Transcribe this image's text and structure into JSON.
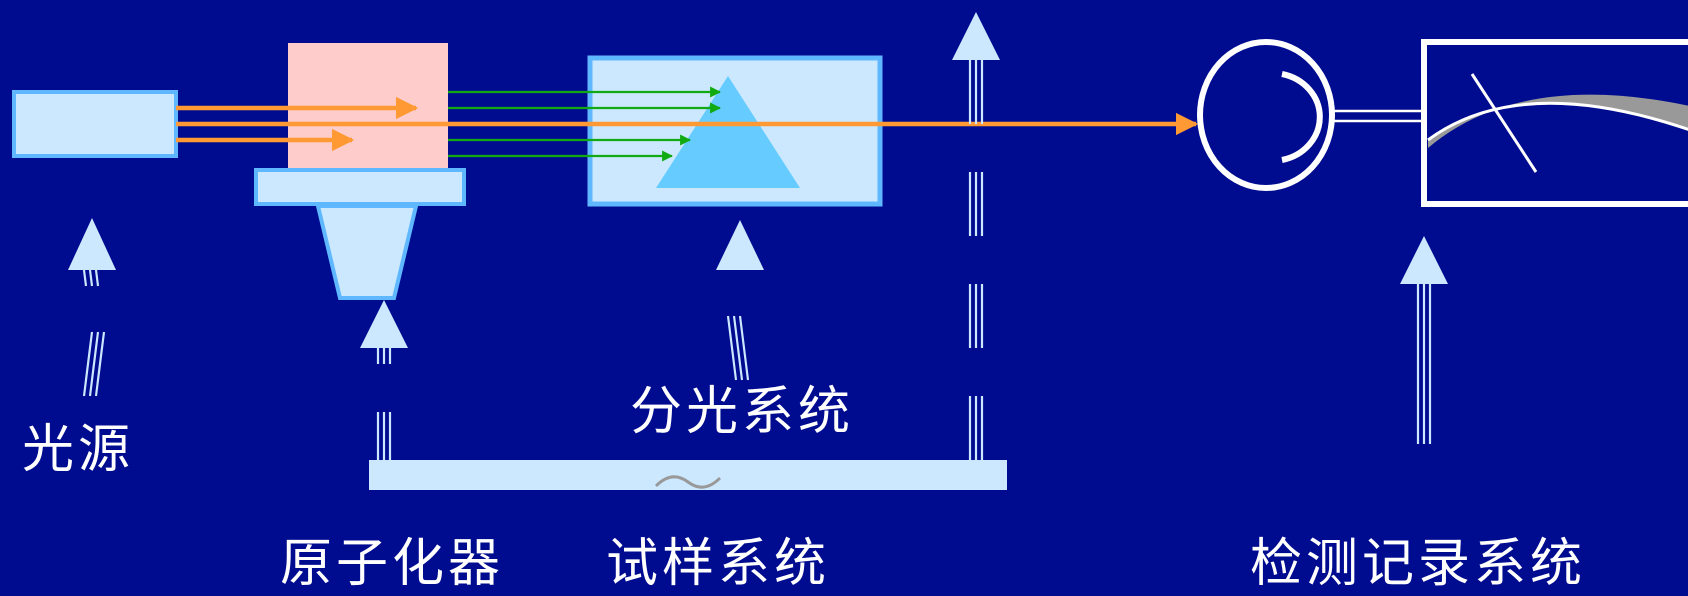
{
  "labels": {
    "light_source": "光源",
    "dispersion_system": "分光系统",
    "atomizer": "原子化器",
    "sample_system": "试样系统",
    "detection_recording_system": "检测记录系统"
  },
  "colors": {
    "background": "#000c8f",
    "component_fill": "#cce8ff",
    "component_border": "#5fb8ff",
    "flame_fill": "#ffcccc",
    "prism_fill": "#66ccff",
    "main_beam": "#ff9933",
    "dispersed_beam": "#11aa11",
    "outline": "#ffffff",
    "meter_arc": "#999999",
    "arrow": "#cce8ff"
  },
  "icons": {
    "sample_mark": "tilde"
  }
}
